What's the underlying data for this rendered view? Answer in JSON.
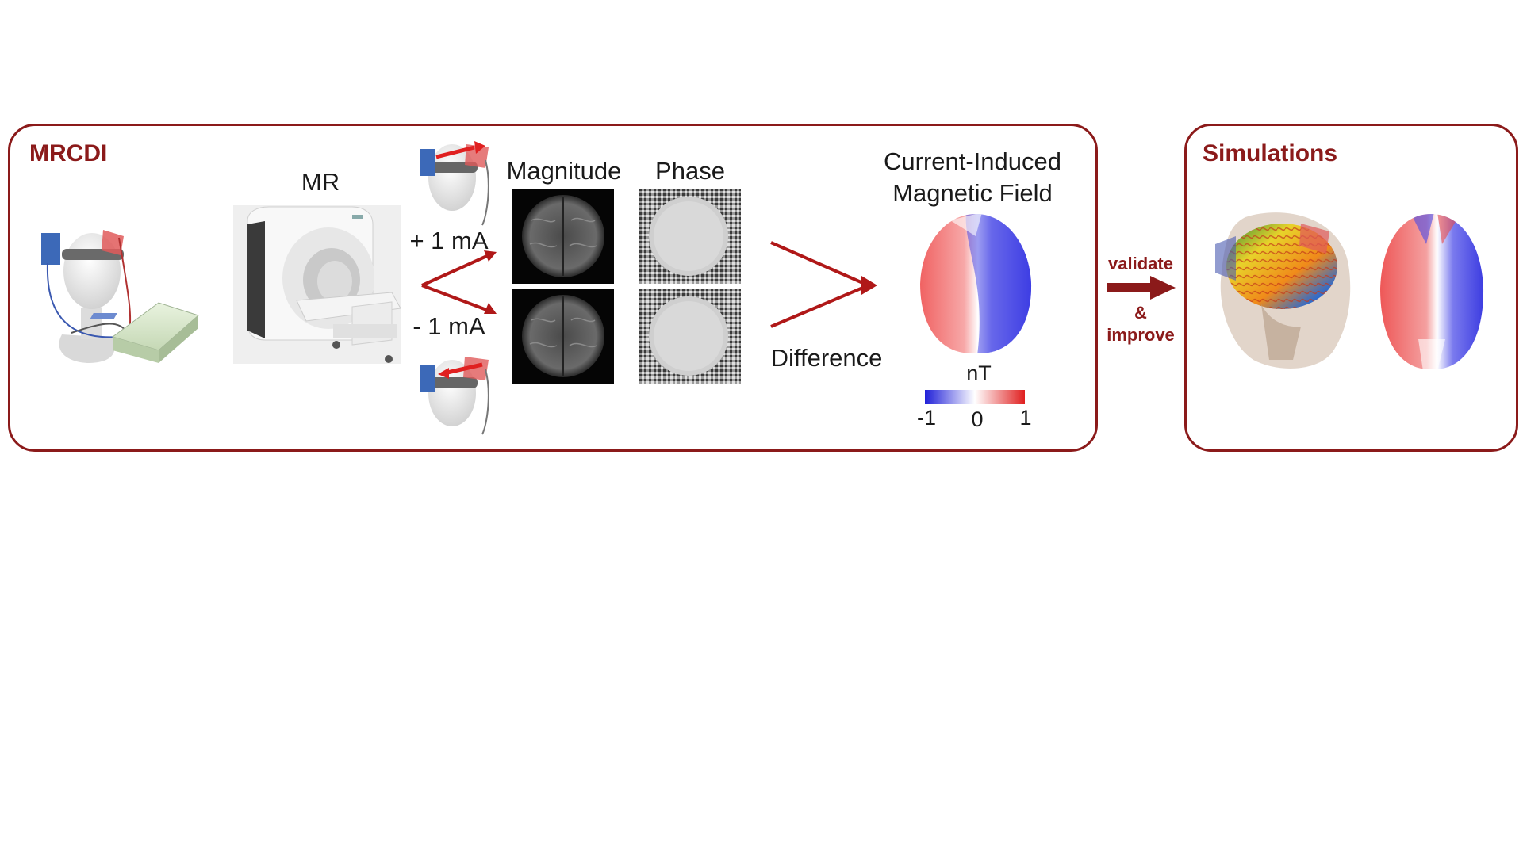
{
  "mrcdi": {
    "title": "MRCDI",
    "mr_label": "MR",
    "plus_current": "+ 1 mA",
    "minus_current": "- 1 mA",
    "magnitude_label": "Magnitude",
    "phase_label": "Phase",
    "difference_label": "Difference",
    "field_title_line1": "Current-Induced",
    "field_title_line2": "Magnetic Field",
    "colorbar": {
      "unit": "nT",
      "min": "-1",
      "mid": "0",
      "max": "1",
      "colors": [
        "#1f1fd8",
        "#ffffff",
        "#e01f1f"
      ]
    }
  },
  "link": {
    "line1": "validate",
    "line2": "&",
    "line3": "improve"
  },
  "simulations": {
    "title": "Simulations"
  },
  "colors": {
    "accent": "#8b1a1a",
    "arrow": "#b01818"
  }
}
